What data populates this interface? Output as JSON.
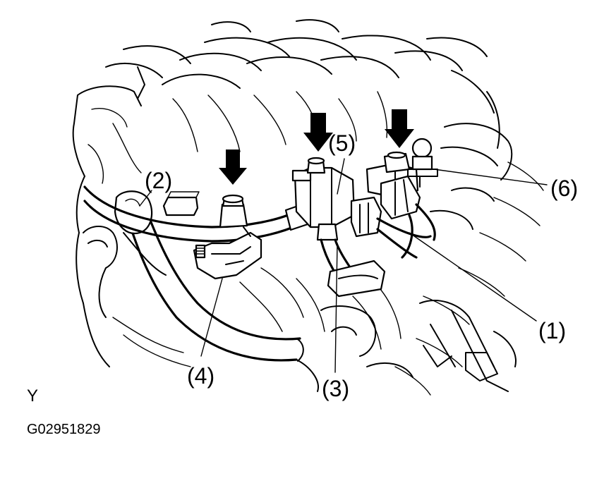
{
  "callouts": {
    "c1": "(1)",
    "c2": "(2)",
    "c3": "(3)",
    "c4": "(4)",
    "c5": "(5)",
    "c6": "(6)"
  },
  "view_letter": "Y",
  "figure_code": "G02951829",
  "icons": [
    "bolt-arrow-icon"
  ]
}
